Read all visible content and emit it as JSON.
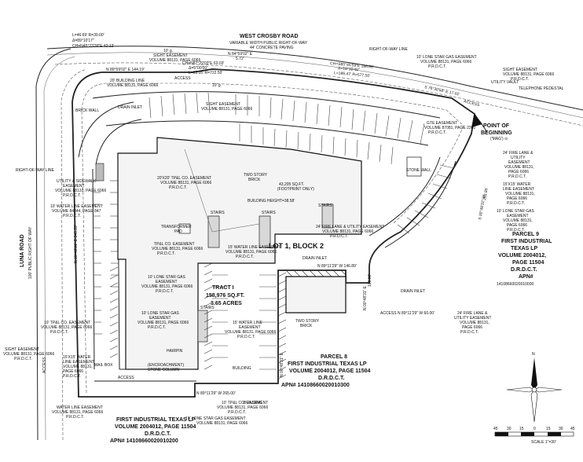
{
  "roads": {
    "north_name": "WEST CROSBY ROAD",
    "north_row": "VARIABLE WIDTH PUBLIC RIGHT-OF-WAY",
    "north_paving": "44' CONCRETE PAVING",
    "west_name": "LUNA ROAD",
    "west_row": "100' PUBLIC RIGHT OF WAY"
  },
  "curve_data": {
    "nw_curve": [
      "L=46.69' R=30.00'",
      "Δ=89°10'17\"",
      "CH=N45°23'39\"E 42.12'"
    ],
    "n_curve": [
      "CH=N87°29'03\"E 63.03'",
      "Δ=5°00'00\"",
      "L=63.05' R=722.50'"
    ],
    "ne_curve": [
      "CH=S85°45'59\"E 186.66'",
      "Δ=18°30'46\"",
      "L=186.47' R=577.50'"
    ]
  },
  "bearings": {
    "north_1": "N 89°59'02\" E  144.19'",
    "north_2": "N 84°59'02\" E",
    "north_2_dist": "5.72'",
    "east_1": "S 76°30'58\" E 17.01'",
    "east_2": "S 00°48'31\" W",
    "east_2_dist": "263.85'",
    "west": "N 00°48'31\" E  346.39'",
    "lot_line_1": "N 89°11'29\" W  146.89'",
    "lot_line_2": "N 00°48'31\" E",
    "lot_line_2_dist": "100.00'",
    "lot_line_3": "N 89°11'29\" W  60.00'",
    "south": "N 89°11'29\" W  265.00'",
    "inner_vert": "N 00°48'31\" E"
  },
  "labels": {
    "point_of_beginning": [
      "POINT OF",
      "BEGINNING"
    ],
    "pob_note": "('MAG') ⊙",
    "access_n": "ACCESS",
    "access_ne": "ACCESS",
    "access_e": "ACCESS",
    "access_w": "ACCESS",
    "access_s": "ACCESS",
    "building_title": "TWO STORY",
    "building_sub": "BRICK",
    "building_area": "43,205 SQ.FT.",
    "building_footprint": "(FOOTPRINT ONLY)",
    "building_height": "BUILDING HEIGHT=38.58'",
    "stairs_1": "STAIRS",
    "stairs_2": "STAIRS",
    "stairs_3": "STAIRS",
    "stairs_4": "STAIRS",
    "lot": "LOT 1, BLOCK 2",
    "tract_name": "TRACT I",
    "tract_area": "158,976 SQ.FT.",
    "tract_acres": "3.65 ACRES",
    "transformer": "TRANSFORMER",
    "transformer_pad": "PAD",
    "brick_wall": "BRICK WALL",
    "stone_wall": "STONE WALL",
    "drain_inlet_1": "DRAIN INLET",
    "drain_inlet_2": "DRAIN INLET",
    "drain_inlet_3": "DRAIN INLET",
    "mail_box": "MAIL BOX",
    "hairpin": "HAIRPIN",
    "telephone": "TELEPHONE PEDESTAL",
    "utility_vault": "UTILITY VAULT",
    "right_of_way_line_w": "RIGHT-OF-WAY LINE",
    "right_of_way_line_n": "RIGHT-OF-WAY LINE",
    "encroachment_1": "(ENCROACHMENT)",
    "encroachment_2": "STONE COLUMN",
    "building_south": "BUILDING",
    "two_story_south": "TWO STORY",
    "brick_south": "BRICK",
    "building_south_2": "BUILDING"
  },
  "easements": {
    "sight_ne": [
      "10' g.",
      "SIGHT EASEMENT",
      "VOLUME 88131, PAGE 6066",
      "P.R.D.C.T."
    ],
    "bldg_line": [
      "20' BUILDING LINE",
      "VOLUME 88131, PAGE 6066"
    ],
    "sight_n": [
      "10' g.",
      "SIGHT EASEMENT",
      "VOLUME 88131, PAGE 6066"
    ],
    "lone_star_n": [
      "10' LONE STAR GAS EASEMENT",
      "VOLUME 88131, PAGE 6066",
      "P.R.D.C.T."
    ],
    "sight_ne2": [
      "SIGHT EASEMENT",
      "VOLUME 88131, PAGE 6066",
      "P.R.D.C.T."
    ],
    "gte": [
      "GTE EASEMENT",
      "VOLUME 87081, PAGE 2360",
      "P.R.D.C.T."
    ],
    "fire_lane_e": [
      "24' FIRE LANE &",
      "UTILITY",
      "EASEMENT",
      "VOLUME 88131,",
      "PAGE 6066",
      "P.R.D.C.T."
    ],
    "water_e": [
      "15'X15' WATER",
      "LINE EASEMENT",
      "VOLUME 88131,",
      "PAGE 6066",
      "P.R.D.C.T."
    ],
    "lone_star_e": [
      "10' LONE STAR GAS",
      "EASEMENT",
      "VOLUME 88131,",
      "PAGE 6066",
      "P.R.D.C.T."
    ],
    "utility_w": [
      "UTILITY & SIDEWALK",
      "EASEMENT",
      "VOLUME 88131, PAGE 6066",
      "P.R.D.C.T."
    ],
    "water_w": [
      "10' WATER LINE EASEMENT",
      "VOLUME 84044, PAGE 847",
      "P.R.D.C.T."
    ],
    "tpl_n": [
      "20'X20' TP&L CO. EASEMENT",
      "VOLUME 88131, PAGE 6066",
      "P.R.D.C.T."
    ],
    "fire_lane_c": [
      "24' FIRE LANE & UTILITY EASEMENT",
      "VOLUME 88131, PAGE 6066",
      "P.R.D.C.T."
    ],
    "tpl_c": [
      "TP&L CO. EASEMENT",
      "VOLUME 88131, PAGE 6066",
      "P.R.D.C.T."
    ],
    "water_c": [
      "15' WATER LINE EASEMENT",
      "VOLUME 88131, PAGE 6066",
      "P.R.D.C.T."
    ],
    "tpl_w": [
      "10' TP&L CO. EASEMENT",
      "VOLUME 88131, PAGE 6066",
      "P.R.D.C.T."
    ],
    "lone_star_c": [
      "10' LONE STAR GAS",
      "EASEMENT",
      "VOLUME 88131, PAGE 6066",
      "P.R.D.C.T."
    ],
    "lone_star_s": [
      "10' LONE STAR GAS",
      "EASEMENT",
      "VOLUME 88131, PAGE 6066",
      "P.R.D.C.T."
    ],
    "water_s": [
      "15' WATER LINE",
      "EASEMENT",
      "VOLUME 88131, PAGE 6066",
      "P.R.D.C.T."
    ],
    "sight_sw": [
      "SIGHT EASEMENT",
      "VOLUME 88131, PAGE 6066",
      "P.R.D.C.T."
    ],
    "water_sw": [
      "15'X15' WATER",
      "LINE EASEMENT",
      "VOLUME 88131,",
      "PAGE 6066",
      "P.R.D.C.T."
    ],
    "water_sw2": [
      "WATER LINE EASEMENT",
      "VOLUME 88131, PAGE 6066",
      "P.R.D.C.T."
    ],
    "tpl_s": [
      "10' TP&L CO. EASEMENT",
      "VOLUME 88131, PAGE 6066",
      "P.R.D.C.T."
    ],
    "lone_star_s2": [
      "10' LONE STAR GAS EASEMENT",
      "VOLUME 88131, PAGE 6066"
    ],
    "fire_lane_se": [
      "24' FIRE LANE &",
      "UTILITY EASEMENT",
      "VOLUME 88131,",
      "PAGE 6066",
      "P.R.D.C.T."
    ]
  },
  "parcels": {
    "parcel9": [
      "PARCEL 9",
      "FIRST INDUSTRIAL",
      "TEXAS LP",
      "VOLUME 2004012,",
      "PAGE 11504",
      "D.R.D.C.T.",
      "APN#",
      "14108660020010000"
    ],
    "parcel8": [
      "PARCEL 8",
      "FIRST INDUSTRIAL TEXAS LP",
      "VOLUME 2004012, PAGE 11504",
      "D.R.D.C.T.",
      "APN# 14108660020010300"
    ],
    "south": [
      "FIRST INDUSTRIAL TEXAS LP",
      "VOLUME 2004012, PAGE 11504",
      "D.R.D.C.T.",
      "APN# 14108660020010200"
    ]
  },
  "scale": {
    "ticks": [
      "45",
      "30",
      "15",
      "0",
      "15",
      "30",
      "45"
    ],
    "label": "SCALE 1\"=30'",
    "north_arrow_label": "N"
  }
}
